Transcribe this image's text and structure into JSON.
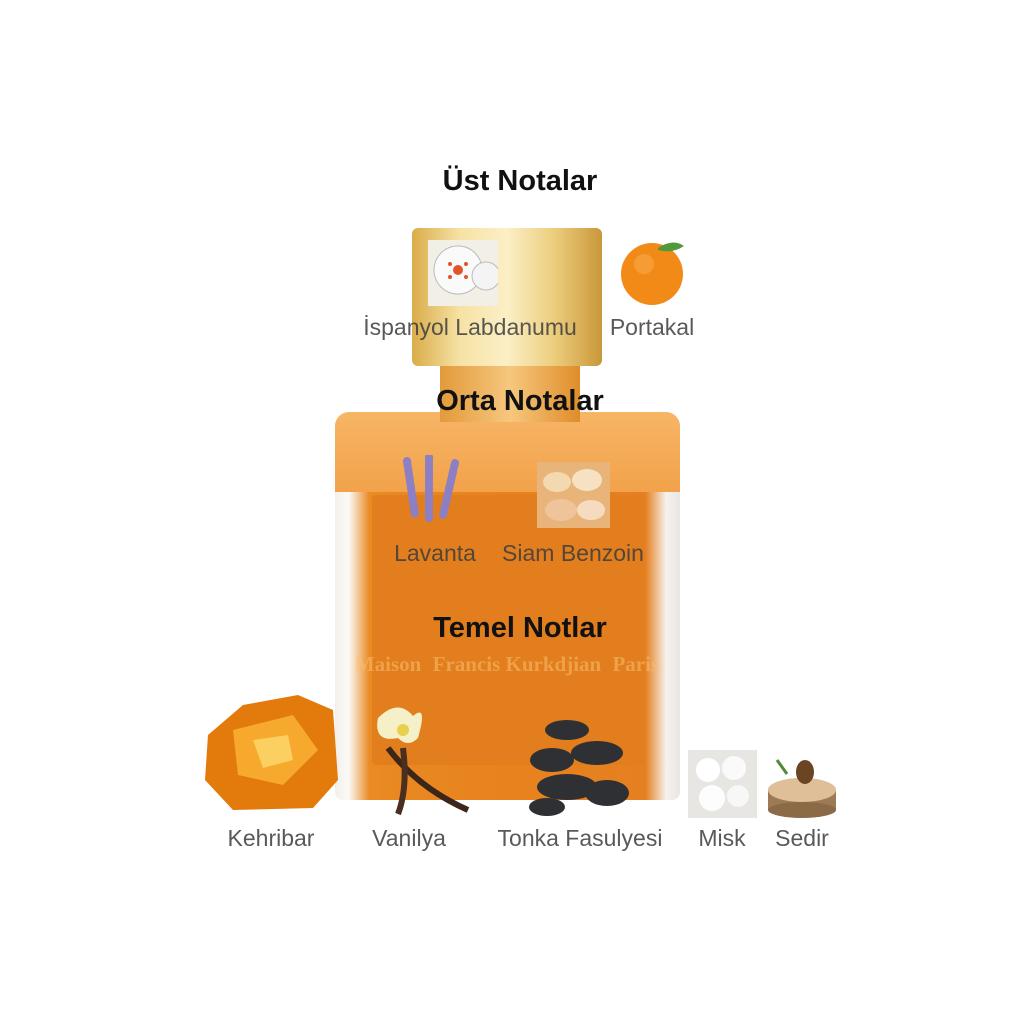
{
  "bottle": {
    "brand_lines": [
      "Maison",
      "Francis Kurkdjian",
      "Paris"
    ]
  },
  "sections": [
    {
      "title": "Üst Notalar",
      "notes": [
        {
          "label": "İspanyol Labdanumu",
          "icon": "labdanum-flower-icon"
        },
        {
          "label": "Portakal",
          "icon": "orange-icon"
        }
      ]
    },
    {
      "title": "Orta Notalar",
      "notes": [
        {
          "label": "Lavanta",
          "icon": "lavender-icon"
        },
        {
          "label": "Siam Benzoin",
          "icon": "benzoin-resin-icon"
        }
      ]
    },
    {
      "title": "Temel Notlar",
      "notes": [
        {
          "label": "Kehribar",
          "icon": "amber-icon"
        },
        {
          "label": "Vanilya",
          "icon": "vanilla-icon"
        },
        {
          "label": "Tonka Fasulyesi",
          "icon": "tonka-bean-icon"
        },
        {
          "label": "Misk",
          "icon": "musk-icon"
        },
        {
          "label": "Sedir",
          "icon": "cedar-icon"
        }
      ]
    }
  ]
}
